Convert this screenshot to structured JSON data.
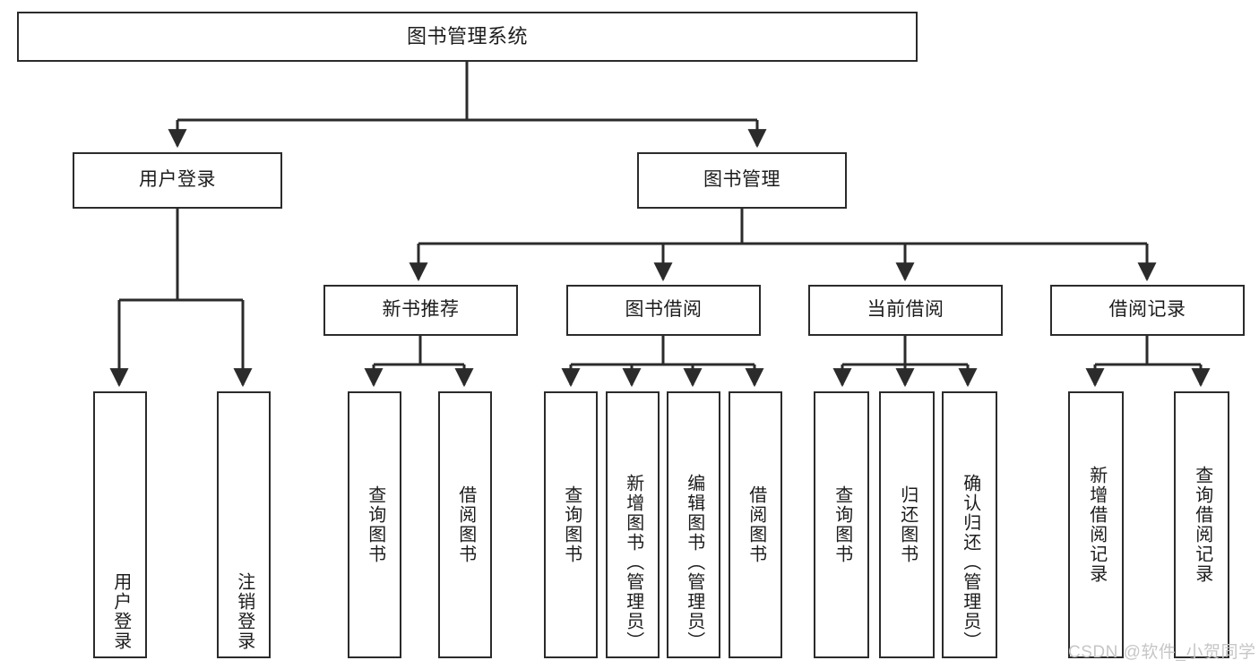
{
  "diagram": {
    "title": "图书管理系统",
    "watermark": "CSDN @软件_小贺同学",
    "colors": {
      "box_border": "#2b2b2b",
      "box_fill": "#ffffff",
      "connector": "#2b2b2b",
      "text": "#1c1c1c",
      "watermark": "#c6c6c6",
      "background": "#ffffff"
    },
    "root": {
      "label": "图书管理系统"
    },
    "level2": [
      {
        "label": "用户登录"
      },
      {
        "label": "图书管理"
      }
    ],
    "level3": [
      {
        "label": "新书推荐"
      },
      {
        "label": "图书借阅"
      },
      {
        "label": "当前借阅"
      },
      {
        "label": "借阅记录"
      }
    ],
    "leaves": {
      "user_login": [
        {
          "label": "用户登录"
        },
        {
          "label": "注销登录"
        }
      ],
      "new_book_recommend": [
        {
          "label": "查询图书"
        },
        {
          "label": "借阅图书"
        }
      ],
      "book_borrow": [
        {
          "label": "查询图书"
        },
        {
          "label": "新增图书（管理员）"
        },
        {
          "label": "编辑图书（管理员）"
        },
        {
          "label": "借阅图书"
        }
      ],
      "current_borrow": [
        {
          "label": "查询图书"
        },
        {
          "label": "归还图书"
        },
        {
          "label": "确认归还（管理员）"
        }
      ],
      "borrow_record": [
        {
          "label": "新增借阅记录"
        },
        {
          "label": "查询借阅记录"
        }
      ]
    }
  }
}
